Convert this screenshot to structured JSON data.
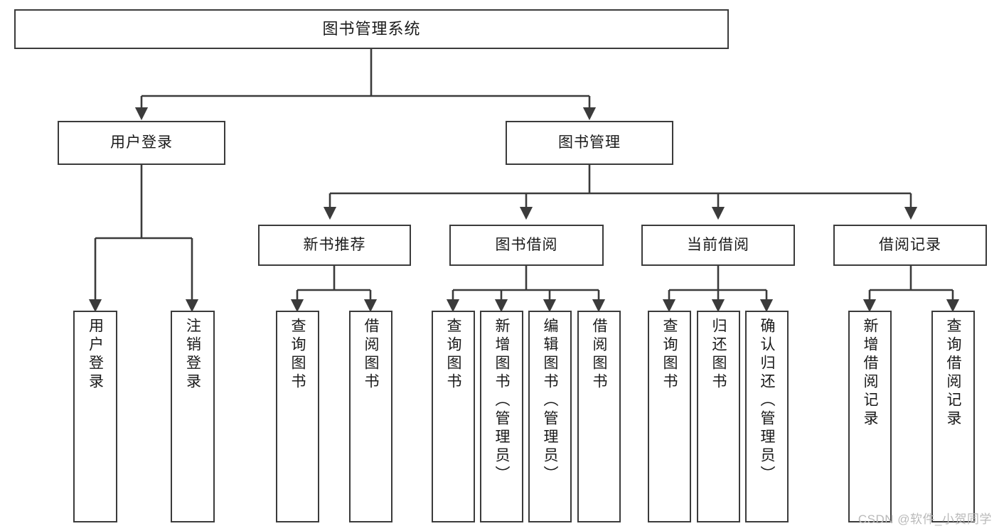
{
  "diagram": {
    "title": "图书管理系统",
    "type": "tree-hierarchy",
    "watermark": "CSDN @软件_小贺同学",
    "colors": {
      "stroke": "#3b3b3b",
      "fill": "#ffffff",
      "text": "#1a1a1a",
      "watermark": "#b9b9b9"
    },
    "root": {
      "label": "图书管理系统"
    },
    "level2": [
      {
        "label": "用户登录"
      },
      {
        "label": "图书管理"
      }
    ],
    "level3": [
      {
        "label": "新书推荐"
      },
      {
        "label": "图书借阅"
      },
      {
        "label": "当前借阅"
      },
      {
        "label": "借阅记录"
      }
    ],
    "leaves": {
      "user_login": [
        {
          "label": "用户登录"
        },
        {
          "label": "注销登录"
        }
      ],
      "new_book_recommend": [
        {
          "label": "查询图书"
        },
        {
          "label": "借阅图书"
        }
      ],
      "book_borrow": [
        {
          "label": "查询图书"
        },
        {
          "label": "新增图书（管理员）"
        },
        {
          "label": "编辑图书（管理员）"
        },
        {
          "label": "借阅图书"
        }
      ],
      "current_borrow": [
        {
          "label": "查询图书"
        },
        {
          "label": "归还图书"
        },
        {
          "label": "确认归还（管理员）"
        }
      ],
      "borrow_record": [
        {
          "label": "新增借阅记录"
        },
        {
          "label": "查询借阅记录"
        }
      ]
    }
  }
}
